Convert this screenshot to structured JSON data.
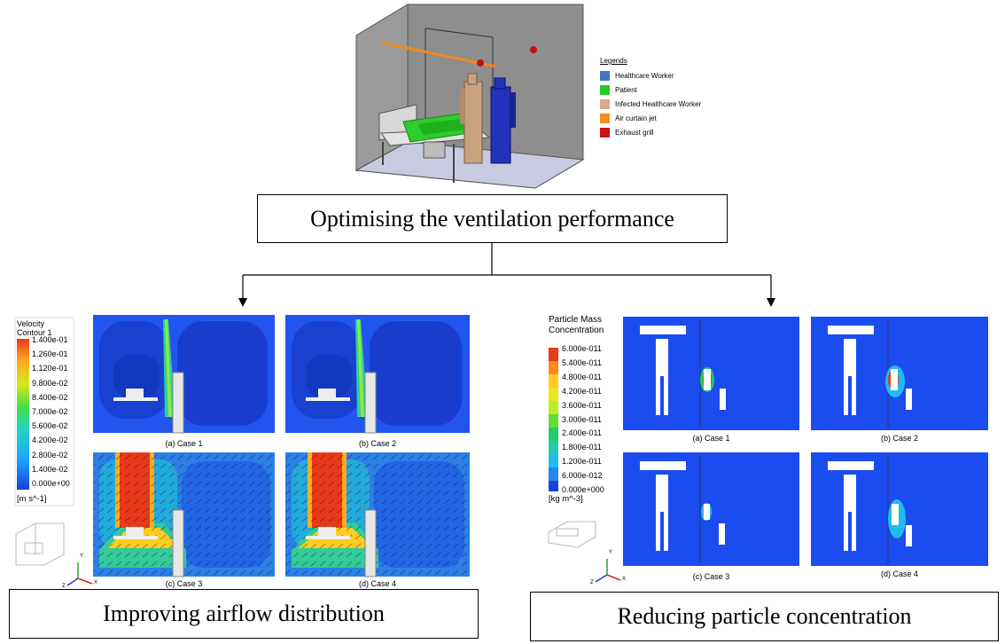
{
  "top_box": "Optimising the ventilation performance",
  "bottom_left_box": "Improving airflow distribution",
  "bottom_right_box": "Reducing particle concentration",
  "legend": {
    "title": "Legends",
    "items": [
      {
        "label": "Healthcare Worker",
        "color": "#4472C4"
      },
      {
        "label": "Patient",
        "color": "#22CC22"
      },
      {
        "label": "Infected Healthcare Worker",
        "color": "#D9A98A"
      },
      {
        "label": "Air curtain jet",
        "color": "#F0901E"
      },
      {
        "label": "Exhaust grill",
        "color": "#CC1111"
      }
    ]
  },
  "velocity": {
    "title1": "Velocity",
    "title2": "Contour 1",
    "ticks": [
      "1.400e-01",
      "1.260e-01",
      "1.120e-01",
      "9.800e-02",
      "8.400e-02",
      "7.000e-02",
      "5.600e-02",
      "4.200e-02",
      "2.800e-02",
      "1.400e-02",
      "0.000e+00"
    ],
    "unit": "[m s^-1]",
    "captions": [
      "(a) Case 1",
      "(b) Case 2",
      "(c) Case 3",
      "(d) Case 4"
    ]
  },
  "particle": {
    "title1": "Particle Mass",
    "title2": "Concentration",
    "ticks": [
      "6.000e-011",
      "5.400e-011",
      "4.800e-011",
      "4.200e-011",
      "3.600e-011",
      "3.000e-011",
      "2.400e-011",
      "1.800e-011",
      "1.200e-011",
      "6.000e-012",
      "0.000e+000"
    ],
    "unit": "[kg m^-3]",
    "captions": [
      "(a) Case 1",
      "(b) Case 2",
      "(c) Case 3",
      "(d) Case 4"
    ]
  },
  "axis_labels": {
    "y": "Y",
    "x": "X",
    "z": "Z"
  }
}
